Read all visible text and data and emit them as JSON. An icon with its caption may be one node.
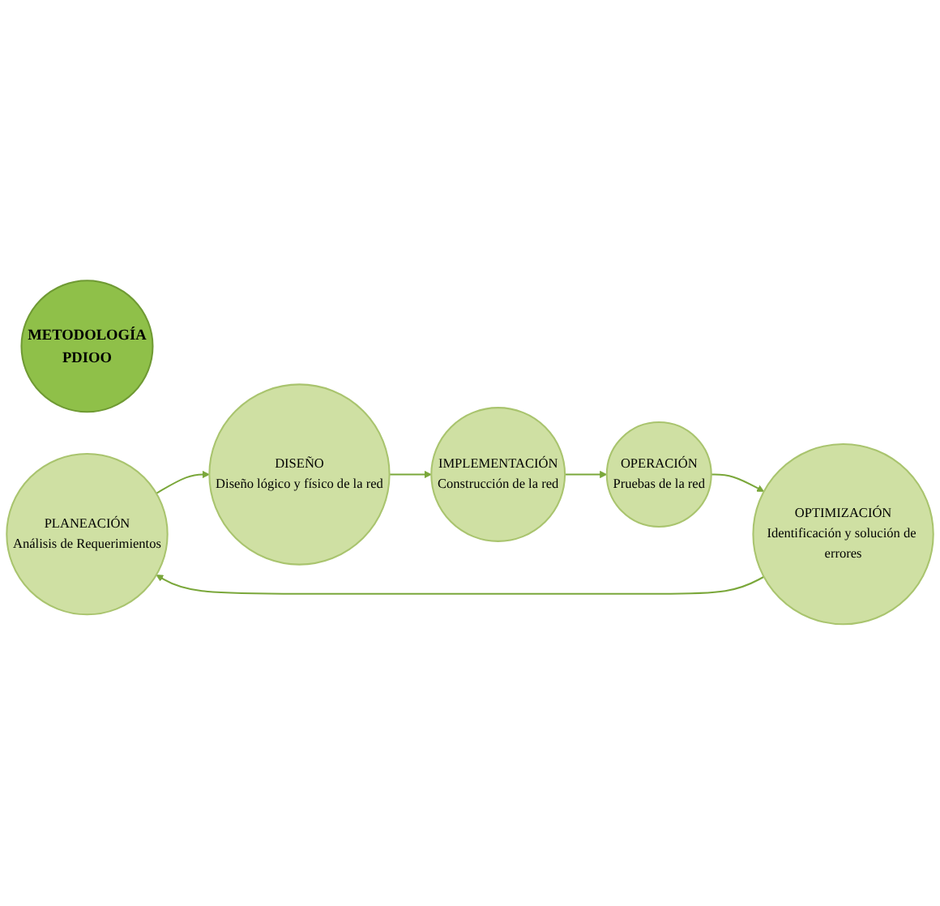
{
  "diagram": {
    "nodes": [
      {
        "text": [
          "METODOLOGÍA",
          "PDIOO"
        ]
      },
      {
        "text": [
          "PLANEACIÓN",
          "Análisis de Requerimientos"
        ]
      },
      {
        "text": [
          "DISEÑO",
          "Diseño lógico y físico de la red"
        ]
      },
      {
        "text": [
          "IMPLEMENTACIÓN",
          "Construcción de la red"
        ]
      },
      {
        "text": [
          "OPERACIÓN",
          "Pruebas de la red"
        ]
      },
      {
        "text": [
          "OPTIMIZACIÓN",
          "Identificación y solución de errores"
        ]
      }
    ],
    "edges": [
      {
        "from": 1,
        "to": 2,
        "arrow": "to"
      },
      {
        "from": 2,
        "to": 3,
        "arrow": "to"
      },
      {
        "from": 3,
        "to": 4,
        "arrow": "to"
      },
      {
        "from": 4,
        "to": 5,
        "arrow": "to"
      },
      {
        "from": 5,
        "to": 1,
        "arrow": "to"
      }
    ]
  }
}
